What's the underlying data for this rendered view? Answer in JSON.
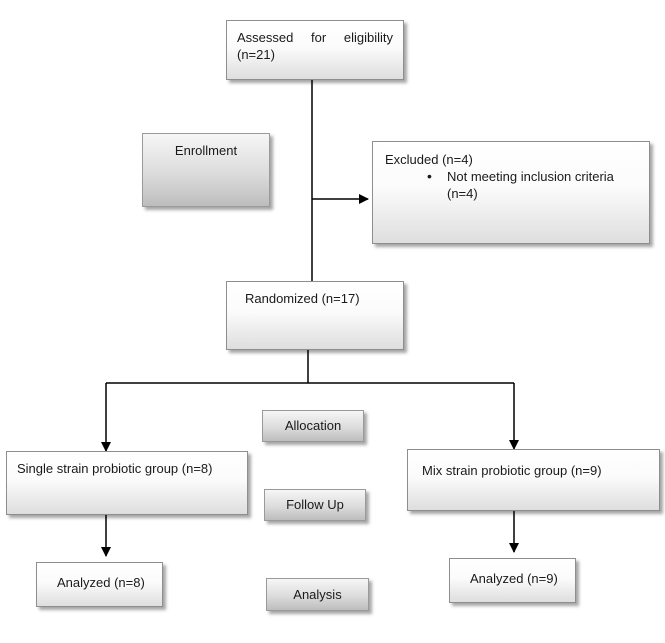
{
  "nodes": {
    "assessed": {
      "line1": "Assessed   for   eligibility",
      "line2": "(n=21)"
    },
    "excluded": {
      "title": "Excluded (n=4)",
      "bullet_line1": "Not meeting inclusion criteria",
      "bullet_line2": "(n=4)"
    },
    "randomized": {
      "label": "Randomized (n=17)"
    },
    "single_group": {
      "label": "Single strain probiotic group  (n=8)"
    },
    "mix_group": {
      "label": "Mix strain probiotic group (n=9)"
    },
    "analyzed_left": {
      "label": "Analyzed (n=8)"
    },
    "analyzed_right": {
      "label": "Analyzed (n=9)"
    }
  },
  "phases": {
    "enrollment": "Enrollment",
    "allocation": "Allocation",
    "follow_up": "Follow Up",
    "analysis": "Analysis"
  },
  "colors": {
    "line": "#000000",
    "box_border": "#8e8e8e",
    "phase_fill": "#cfcfcf"
  }
}
